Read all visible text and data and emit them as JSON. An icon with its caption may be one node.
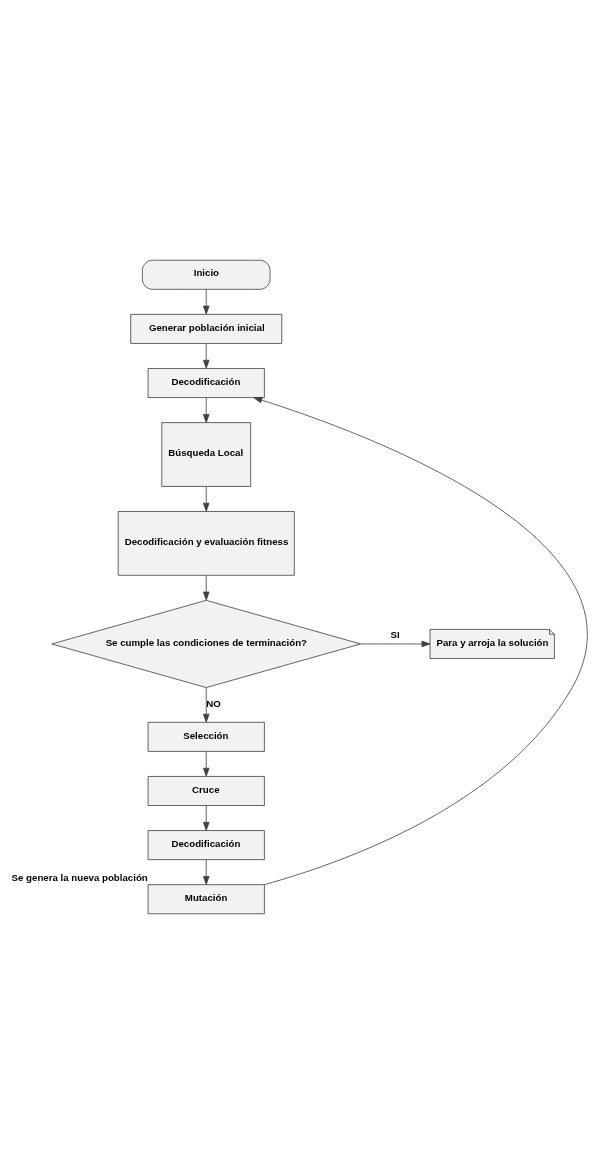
{
  "diagram": {
    "nodes": [
      {
        "text": [
          "Inicio"
        ]
      },
      {
        "text": [
          "Generar población inicial"
        ]
      },
      {
        "text": [
          "Decodificación"
        ]
      },
      {
        "text": [
          "Búsqueda Local"
        ]
      },
      {
        "text": [
          "Decodificación y evaluación fitness"
        ]
      },
      {
        "text": [
          "Se cumple las condiciones de terminación?"
        ]
      },
      {
        "text": [
          "Para y arroja la solución"
        ]
      },
      {
        "text": [
          "Selección"
        ]
      },
      {
        "text": [
          "Cruce"
        ]
      },
      {
        "text": [
          "Decodificación"
        ]
      },
      {
        "text": [
          "Mutación"
        ],
        "beside": [
          "Se genera la nueva población"
        ]
      }
    ],
    "edges": [
      {
        "from": 0,
        "to": 1,
        "arrow": "to"
      },
      {
        "from": 1,
        "to": 2,
        "arrow": "to"
      },
      {
        "from": 2,
        "to": 3,
        "arrow": "to"
      },
      {
        "from": 3,
        "to": 4,
        "arrow": "to"
      },
      {
        "from": 4,
        "to": 5,
        "arrow": "to"
      },
      {
        "from": 5,
        "to": 6,
        "arrow": "to",
        "label": "SI"
      },
      {
        "from": 5,
        "to": 7,
        "arrow": "to",
        "label": "NO"
      },
      {
        "from": 7,
        "to": 8,
        "arrow": "to"
      },
      {
        "from": 8,
        "to": 9,
        "arrow": "to"
      },
      {
        "from": 9,
        "to": 10,
        "arrow": "to"
      },
      {
        "from": 10,
        "to": 2,
        "arrow": "to"
      }
    ]
  }
}
